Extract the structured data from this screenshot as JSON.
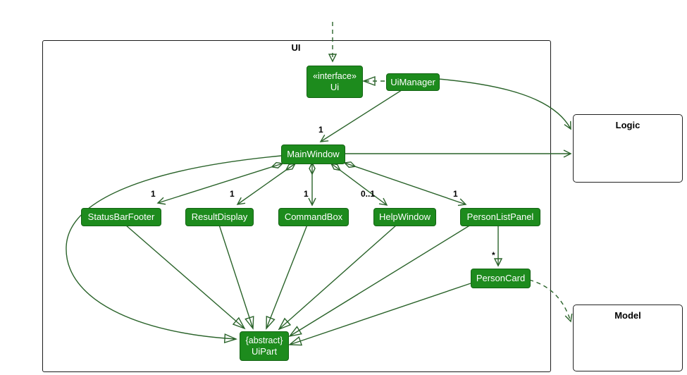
{
  "diagram": {
    "frame_label": "UI",
    "packages": {
      "logic": "Logic",
      "model": "Model"
    },
    "nodes": {
      "ui": {
        "stereotype": "«interface»",
        "name": "Ui"
      },
      "ui_manager": {
        "name": "UiManager"
      },
      "main_window": {
        "name": "MainWindow"
      },
      "status_bar_footer": {
        "name": "StatusBarFooter"
      },
      "result_display": {
        "name": "ResultDisplay"
      },
      "command_box": {
        "name": "CommandBox"
      },
      "help_window": {
        "name": "HelpWindow"
      },
      "person_list_panel": {
        "name": "PersonListPanel"
      },
      "person_card": {
        "name": "PersonCard"
      },
      "ui_part": {
        "stereotype": "{abstract}",
        "name": "UiPart"
      }
    },
    "multiplicities": {
      "main_window": "1",
      "status_bar_footer": "1",
      "result_display": "1",
      "command_box": "1",
      "help_window": "0..1",
      "person_list_panel": "1",
      "person_card": "*"
    },
    "colors": {
      "node_fill": "#1d8b1d",
      "node_border": "#136413",
      "edge": "#2a632a",
      "frame_border": "#1a1a1a",
      "label": "#000000"
    }
  }
}
